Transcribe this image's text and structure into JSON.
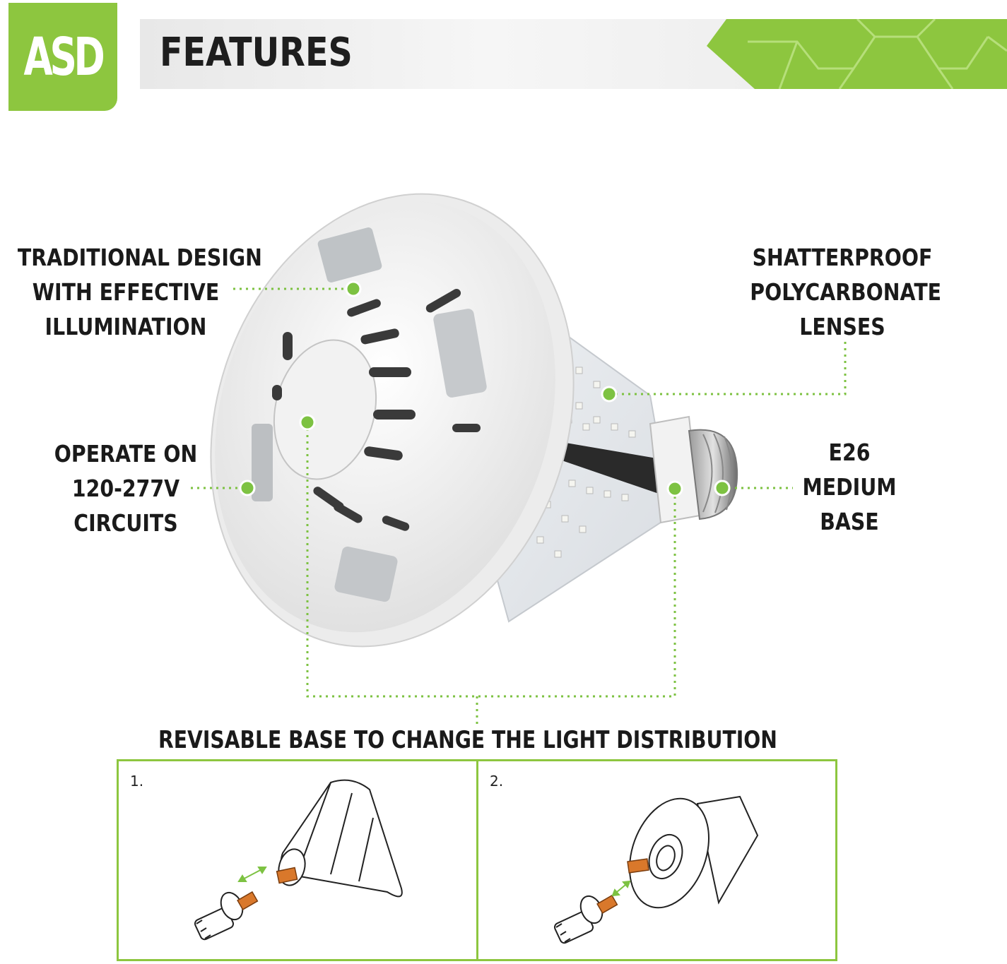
{
  "logo": {
    "text": "ASD"
  },
  "header": {
    "title": "FEATURES"
  },
  "callouts": {
    "traditional": [
      "TRADITIONAL DESIGN",
      "WITH EFFECTIVE",
      "ILLUMINATION"
    ],
    "voltage": [
      "OPERATE ON",
      "120-277V",
      "CIRCUITS"
    ],
    "lenses": [
      "SHATTERPROOF",
      "POLYCARBONATE",
      "LENSES"
    ],
    "base": [
      "E26",
      "MEDIUM",
      "BASE"
    ]
  },
  "revisable": {
    "title": "REVISABLE BASE TO CHANGE THE LIGHT DISTRIBUTION",
    "steps": [
      "1.",
      "2."
    ]
  },
  "colors": {
    "accent": "#8dc63f",
    "dot": "#7dc242",
    "connector": "#d9782b",
    "text": "#1a1a1a"
  }
}
